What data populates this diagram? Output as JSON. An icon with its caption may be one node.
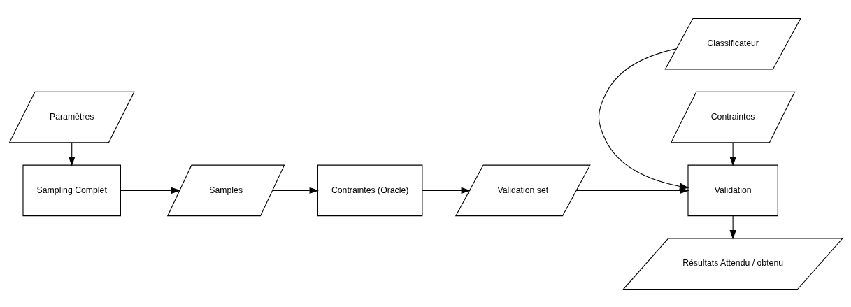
{
  "diagram": {
    "nodes": [
      {
        "text": [
          "Paramètres"
        ]
      },
      {
        "text": [
          "Sampling Complet"
        ]
      },
      {
        "text": [
          "Samples"
        ]
      },
      {
        "text": [
          "Contraintes (Oracle)"
        ]
      },
      {
        "text": [
          "Validation set"
        ]
      },
      {
        "text": [
          "Classificateur"
        ]
      },
      {
        "text": [
          "Contraintes"
        ]
      },
      {
        "text": [
          "Validation"
        ]
      },
      {
        "text": [
          "Résultats Attendu / obtenu"
        ]
      }
    ],
    "edges": [
      {
        "from": 0,
        "to": 1,
        "arrow": "to"
      },
      {
        "from": 1,
        "to": 2,
        "arrow": "to"
      },
      {
        "from": 2,
        "to": 3,
        "arrow": "to"
      },
      {
        "from": 3,
        "to": 4,
        "arrow": "to"
      },
      {
        "from": 4,
        "to": 7,
        "arrow": "to"
      },
      {
        "from": 5,
        "to": 7,
        "arrow": "to"
      },
      {
        "from": 6,
        "to": 7,
        "arrow": "to"
      },
      {
        "from": 7,
        "to": 8,
        "arrow": "to"
      }
    ]
  }
}
